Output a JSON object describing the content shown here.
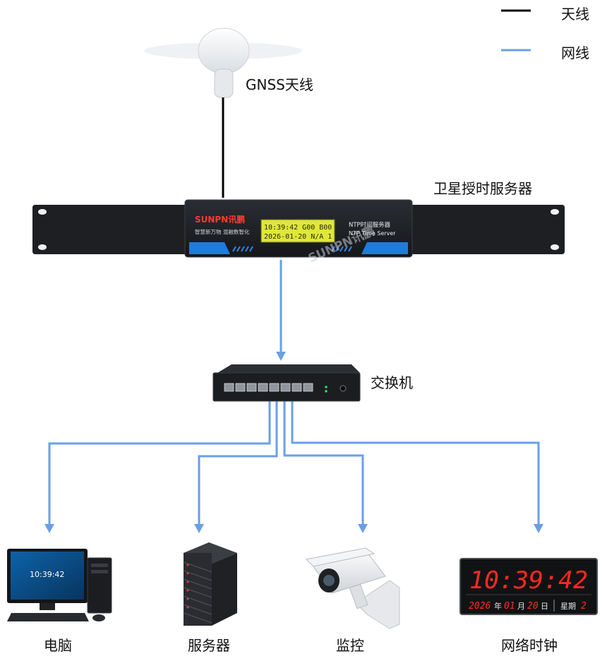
{
  "legend": {
    "antenna_line": {
      "label": "天线",
      "color": "#000000"
    },
    "network_line": {
      "label": "网线",
      "color": "#6a9fe6"
    }
  },
  "nodes": {
    "antenna": {
      "label": "GNSS天线"
    },
    "server": {
      "label": "卫星授时服务器",
      "brand": "SUNPN讯鹏",
      "slogan": "智慧新万物 混融数智化",
      "lcd_line1": "10:39:42 G00 B00",
      "lcd_line2": "2026-01-20 N/A 1",
      "product_cn": "NTP时间服务器",
      "product_en": "NTP Time Server",
      "watermark": "SUNPN讯鹏"
    },
    "switch": {
      "label": "交换机"
    },
    "pc": {
      "label": "电脑",
      "screen_time": "10:39:42"
    },
    "rack": {
      "label": "服务器"
    },
    "camera": {
      "label": "监控"
    },
    "clock": {
      "label": "网络时钟",
      "time": "10:39:42",
      "year": "2026",
      "year_unit": "年",
      "month": "01",
      "month_unit": "月",
      "day": "20",
      "day_unit": "日",
      "weekday_label": "星期",
      "weekday": "2"
    }
  }
}
